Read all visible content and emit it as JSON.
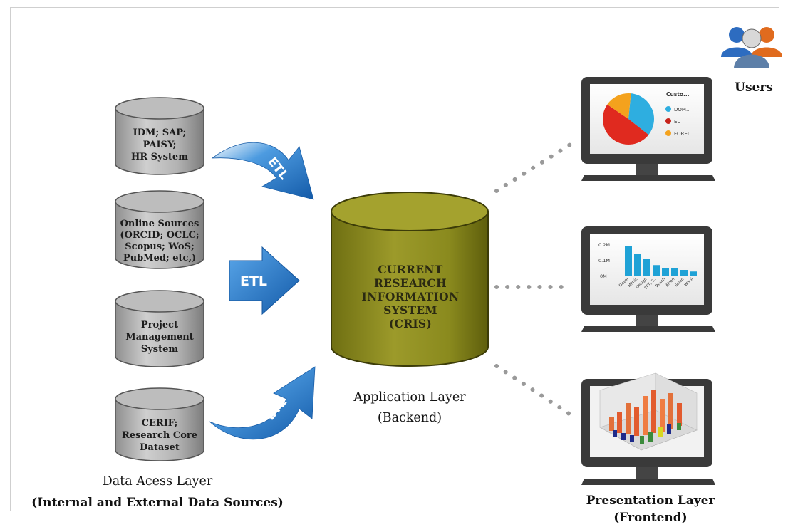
{
  "sources": [
    {
      "lines": [
        "IDM; SAP;",
        "PAISY;",
        "HR System"
      ]
    },
    {
      "lines": [
        "Online Sources",
        "(ORCID; OCLC;",
        "Scopus; WoS;",
        "PubMed; etc,)"
      ]
    },
    {
      "lines": [
        "Project",
        "Management",
        "System"
      ]
    },
    {
      "lines": [
        "CERIF;",
        "Research Core",
        "Dataset"
      ]
    }
  ],
  "etl_label": "ETL",
  "cris": {
    "lines": [
      "CURRENT",
      "RESEARCH",
      "INFORMATION",
      "SYSTEM",
      "(CRIS)"
    ]
  },
  "layers": {
    "data_access": {
      "line1": "Data Acess Layer",
      "line2": "(Internal and External Data Sources)"
    },
    "application": {
      "line1": "Application Layer",
      "line2": "(Backend)"
    },
    "presentation": {
      "line1": "Presentation Layer",
      "line2": "(Frontend)"
    }
  },
  "users_label": "Users",
  "monitor1_legend": {
    "title": "Custo...",
    "items": [
      "DOM...",
      "EU",
      "FOREI..."
    ],
    "colors": [
      "#2eaee0",
      "#e02a1f",
      "#f4a21d"
    ],
    "values": [
      34,
      49,
      17
    ]
  },
  "monitor2_bar": {
    "ticks": [
      "0.2M",
      "0.1M",
      "0M"
    ],
    "values": [
      0.19,
      0.14,
      0.11,
      0.07,
      0.05,
      0.05,
      0.04,
      0.03
    ],
    "categories": [
      "Davol",
      "Mimic",
      "Design",
      "EFT, S..",
      "Bosch",
      "Alcon",
      "Solon",
      "Wisol"
    ]
  },
  "colors": {
    "accent_blue": "#1f6fc0",
    "cris_olive": "#8a8a20",
    "cylinder_grey": "#a9a9a9",
    "monitor_dark": "#3a3a3a"
  }
}
